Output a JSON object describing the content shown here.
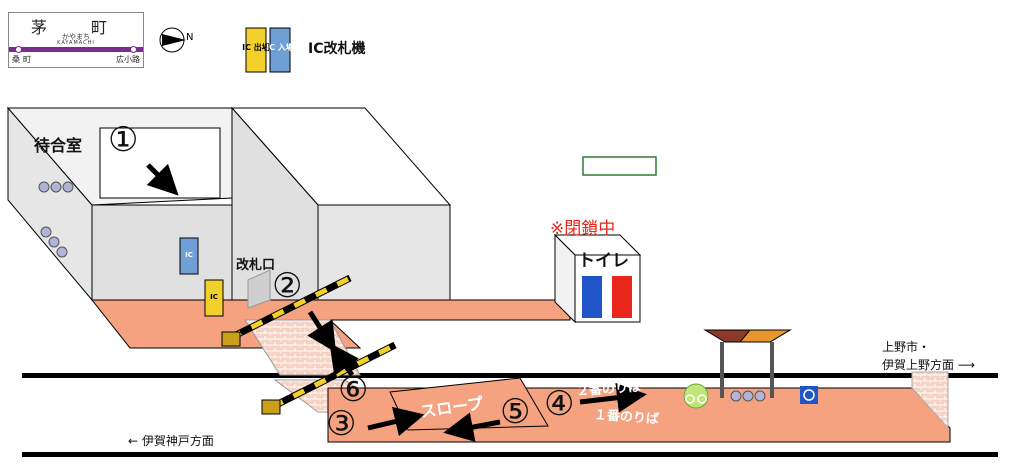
{
  "station_sign": {
    "name": "茅　町",
    "kana": "かやまち",
    "romaji": "KAYAMACHI",
    "prev_station": "桑町",
    "next_station": "広小路",
    "line_color": "#7b2c8e"
  },
  "compass": {
    "label": "N"
  },
  "legend": {
    "gate_exit_text": "IC 出場",
    "gate_entry_text": "IC 入場",
    "label": "IC改札機"
  },
  "labels": {
    "waiting_room": "待合室",
    "ticket_gate": "改札口",
    "toilet": "トイレ",
    "closed_note": "※閉鎖中",
    "slope": "スロープ",
    "platform_2": "２番のりば",
    "platform_1": "１番のりば",
    "dest_left": "← 伊賀神戸方面",
    "dest_right_1": "上野市・",
    "dest_right_2": "伊賀上野方面 ⟶"
  },
  "steps": [
    "①",
    "②",
    "③",
    "④",
    "⑤",
    "⑥"
  ],
  "icons": {
    "toilet": "restroom-icon",
    "accessible": "wheelchair-icon",
    "bicycle": "bicycle-icon",
    "seats": "bench-icon"
  },
  "colors": {
    "floor": "#f4a280",
    "platform": "#f4a280",
    "wall": "#d9d9d9",
    "rail": "#000000",
    "gate_exit": "#f2d02a",
    "gate_entry": "#6f9fd4",
    "closed": "#e8261c",
    "accessible": "#1f55c8"
  }
}
